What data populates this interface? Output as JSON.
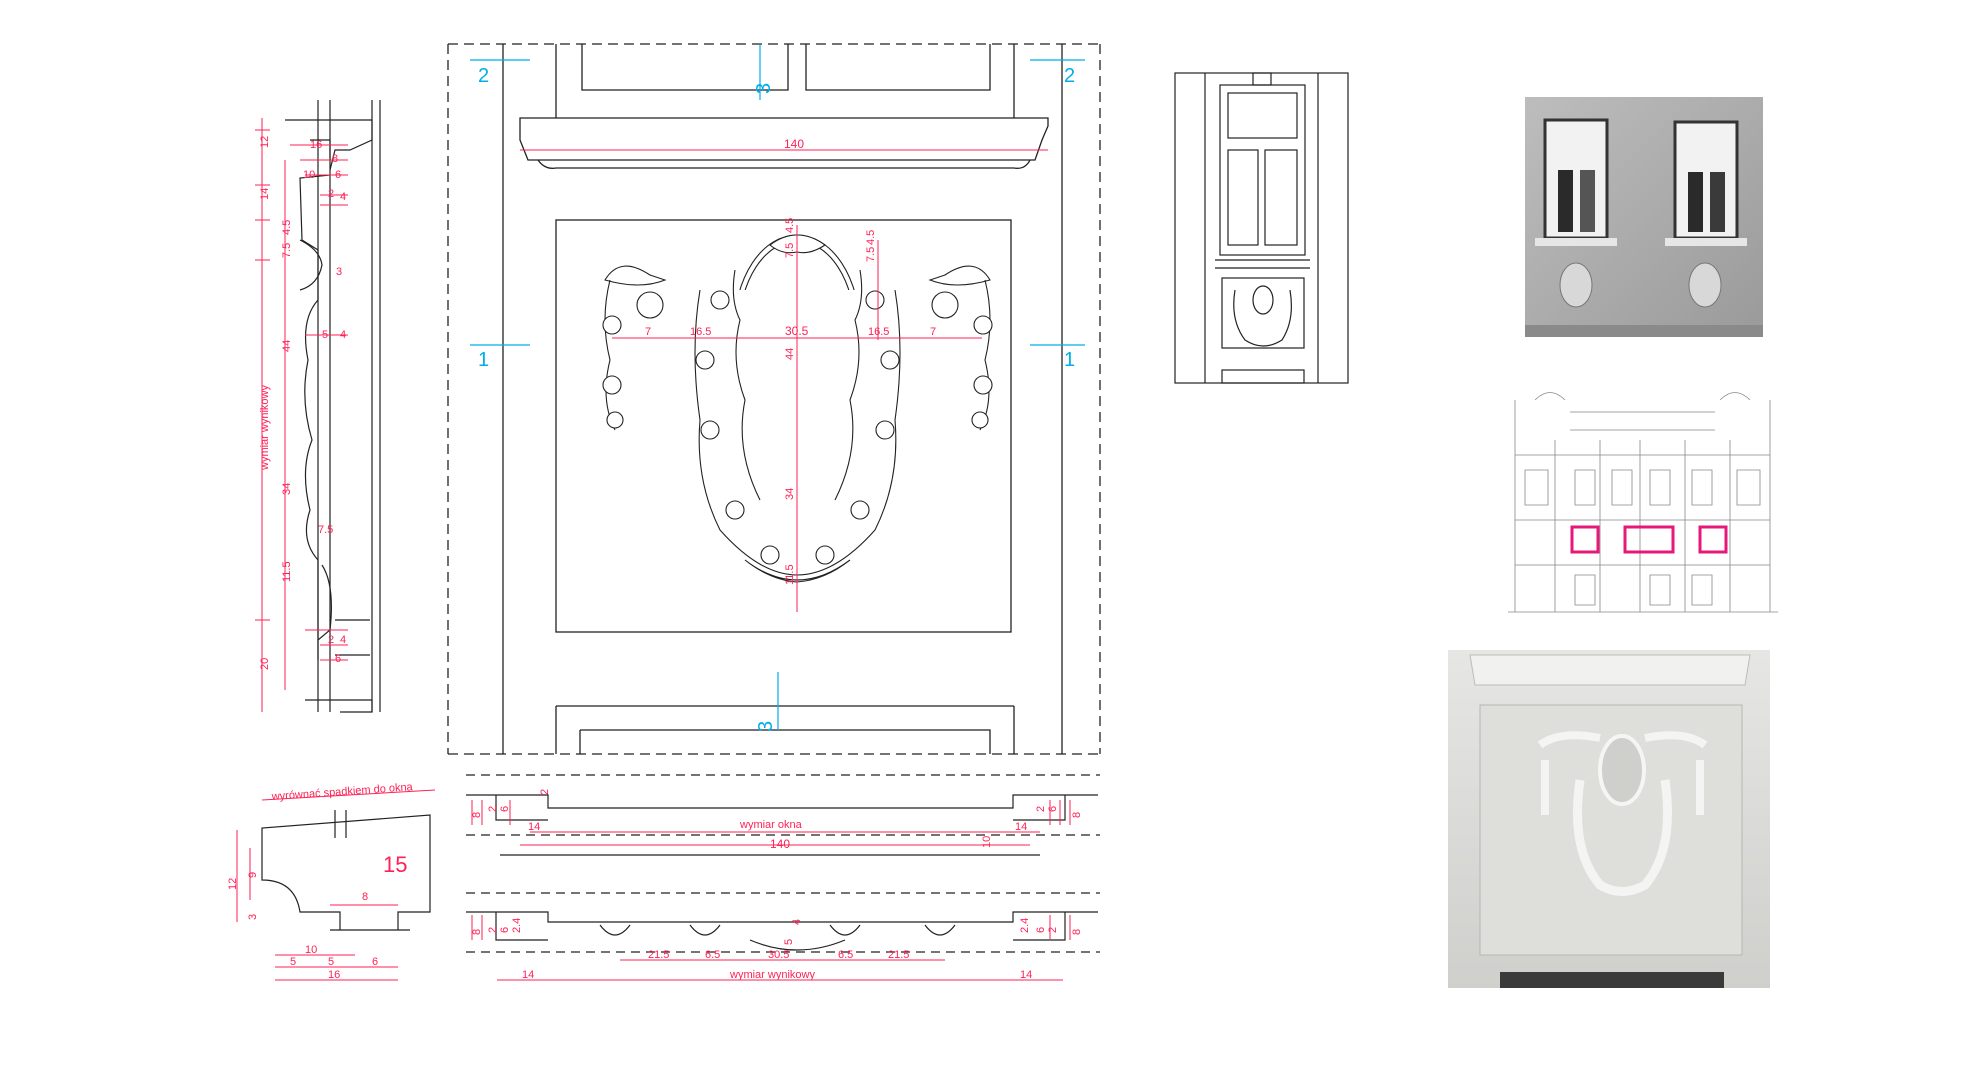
{
  "colors": {
    "dimension": "#ff2255",
    "section_marker": "#00aee8",
    "highlight": "#e6197a",
    "line": "#222222",
    "background": "#ffffff"
  },
  "profile_section": {
    "vertical_dims": [
      "12",
      "14",
      "4.5",
      "7.5",
      "44",
      "34",
      "11.5",
      "20"
    ],
    "horizontal_dims": [
      "16",
      "8",
      "10",
      "6",
      "2",
      "4",
      "3",
      "5",
      "4",
      "7.5",
      "2",
      "4",
      "6"
    ],
    "overall_label": "wymiar wynikowy"
  },
  "main_elevation": {
    "section_markers": [
      "2",
      "2",
      "3",
      "1",
      "1",
      "3"
    ],
    "cornice_width": "140",
    "oval_width": "30.5",
    "side_dims": [
      "7",
      "16.5",
      "16.5",
      "7"
    ],
    "vertical_dims": [
      "4.5",
      "7.5",
      "44",
      "34",
      "11.5",
      "7.5",
      "4.5"
    ]
  },
  "window_sill_plan": {
    "dims_left": [
      "8",
      "2",
      "6",
      "2"
    ],
    "dims_right": [
      "2",
      "6",
      "8"
    ],
    "label": "wymiar okna",
    "width": "140",
    "offsets": [
      "14",
      "14"
    ],
    "depth": "10"
  },
  "cornice_profile": {
    "note": "wyrównać spadkiem do okna",
    "number": "15",
    "vertical_dims": [
      "12",
      "9",
      "3"
    ],
    "horizontal_dims": [
      "8",
      "10",
      "5",
      "5",
      "6",
      "16"
    ]
  },
  "bottom_plan": {
    "dims_left": [
      "8",
      "2",
      "6",
      "2.4"
    ],
    "dims_right": [
      "2.4",
      "6",
      "2",
      "8"
    ],
    "segment_dims": [
      "21.5",
      "6.5",
      "30.5",
      "6.5",
      "21.5"
    ],
    "small_dims": [
      "5",
      "4"
    ],
    "offsets": [
      "14",
      "14"
    ],
    "label": "wymiar wynikowy"
  }
}
